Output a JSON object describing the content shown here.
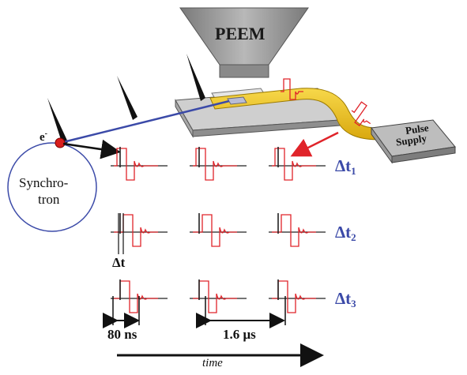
{
  "labels": {
    "peem": "PEEM",
    "pulse_supply_line1": "Pulse",
    "pulse_supply_line2": "Supply",
    "electron": "e",
    "electron_sup": "-",
    "synchrotron_line1": "Synchro-",
    "synchrotron_line2": "tron",
    "delta_t": "Δt",
    "pulse_width": "80 ns",
    "period": "1.6 μs",
    "time_axis": "time"
  },
  "delays": [
    {
      "symbol": "Δt",
      "index": "1"
    },
    {
      "symbol": "Δt",
      "index": "2"
    },
    {
      "symbol": "Δt",
      "index": "3"
    }
  ],
  "colors": {
    "pulse_trace": "#e0242a",
    "beam_line": "#3b4aa8",
    "strip_line": "#f2c418",
    "ring": "#3b4aa8",
    "electron": "#d81e1e",
    "peem_body": "#9a9a9a",
    "sample_plate": "#c9c9c9"
  }
}
